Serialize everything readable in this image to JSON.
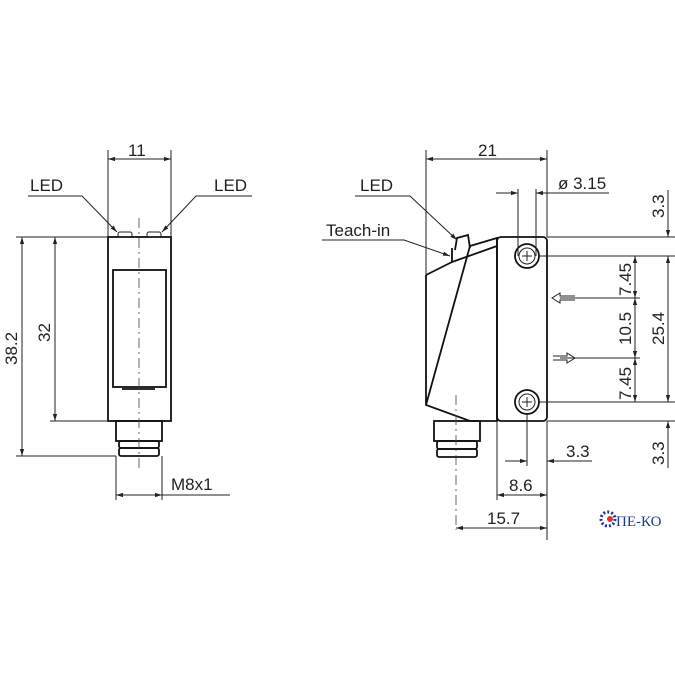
{
  "front_view": {
    "width_label": "11",
    "led_left": "LED",
    "led_right": "LED",
    "overall_height_label": "38.2",
    "body_height_label": "32",
    "thread_label": "M8x1"
  },
  "side_view": {
    "depth_label": "21",
    "led_label": "LED",
    "teach_in_label": "Teach-in",
    "hole_diameter_label": "ø 3.15",
    "top_offset_label": "3.3",
    "bottom_offset_label": "3.3",
    "hole_spacing_label": "25.4",
    "upper_gap_label": "7.45",
    "beam_spacing_label": "10.5",
    "lower_gap_label": "7.45",
    "hole_edge_label": "3.3",
    "face_width_label": "8.6",
    "connector_offset_label": "15.7"
  },
  "logo": {
    "text": "ПЕ-КО",
    "color": "#1a3a9c",
    "gear_color": "#e03030"
  }
}
